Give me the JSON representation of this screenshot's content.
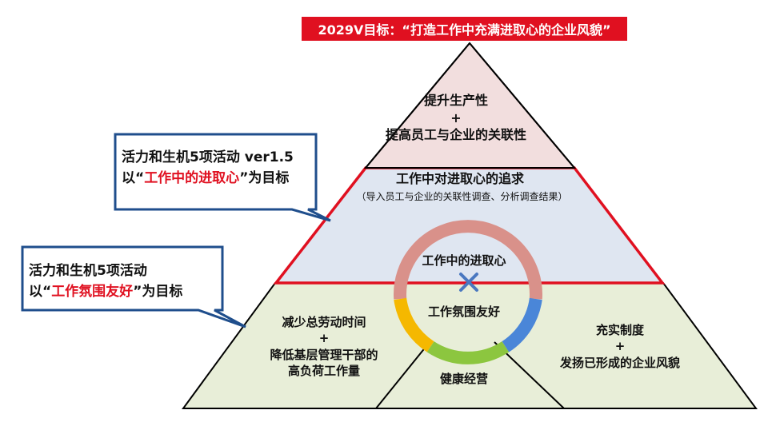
{
  "title": "2029V目标：“打造工作中充满进取心的企业风貌”",
  "top_section": {
    "line1": "提升生产性",
    "plus": "+",
    "line2": "提高员工与企业的关联性"
  },
  "middle_section": {
    "title": "工作中对进取心的追求",
    "subtitle": "（导入员工与企业的关联性调查、分析调查结果）"
  },
  "ring": {
    "top_label": "工作中的进取心",
    "cross": "×",
    "bottom_label": "工作氛围友好"
  },
  "bottom_left": {
    "line1": "减少总劳动时间",
    "plus": "+",
    "line2": "降低基层管理干部的",
    "line3": "高负荷工作量"
  },
  "bottom_center": {
    "label": "健康经营"
  },
  "bottom_right": {
    "line1": "充实制度",
    "plus": "+",
    "line2": "发扬已形成的企业风貌"
  },
  "callout_upper": {
    "line1": "活力和生机5项活动 ver1.5",
    "line2_prefix": "以“",
    "line2_highlight": "工作中的进取心",
    "line2_suffix": "”为目标"
  },
  "callout_lower": {
    "line1": "活力和生机5项活动",
    "line2_prefix": "以“",
    "line2_highlight": "工作氛围友好",
    "line2_suffix": "”为目标"
  },
  "colors": {
    "accent_red": "#e01020",
    "top_fill": "#f2dede",
    "middle_fill": "#dfe6f1",
    "bottom_fill": "#e8eed8",
    "callout_border": "#1f4e8c",
    "ring_top": "#d9918a",
    "ring_left": "#f5b800",
    "ring_bottom": "#8cc63f",
    "ring_right": "#4a86d8",
    "cross": "#4a78c0"
  }
}
